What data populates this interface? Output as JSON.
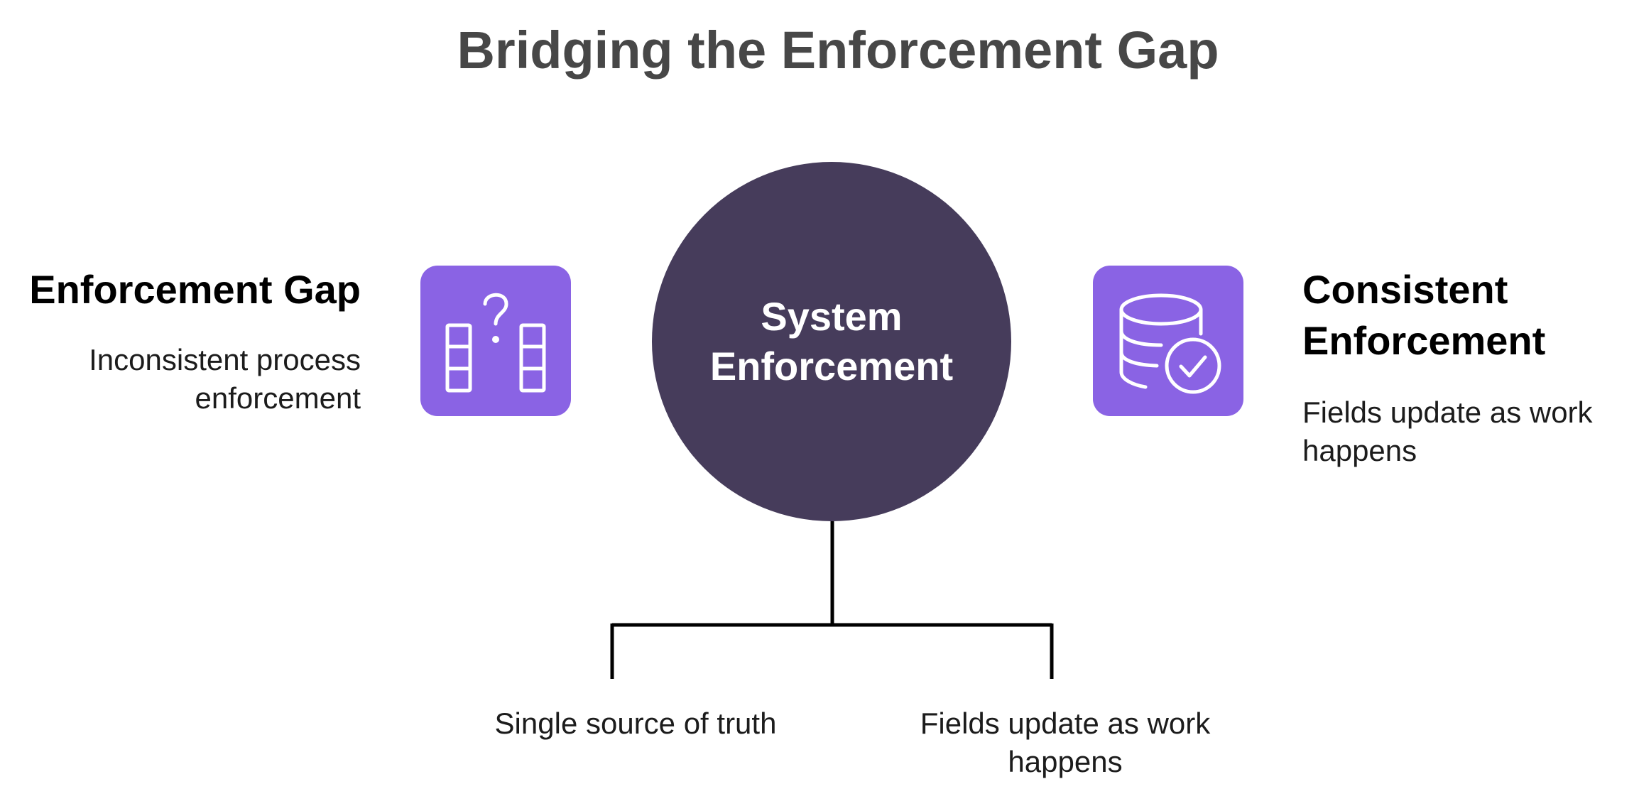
{
  "title": "Bridging the Enforcement Gap",
  "center": {
    "label": "System Enforcement"
  },
  "left": {
    "title": "Enforcement Gap",
    "description": "Inconsistent process enforcement",
    "icon": "columns-question-icon"
  },
  "right": {
    "title": "Consistent Enforcement",
    "description": "Fields update as work happens",
    "icon": "database-check-icon"
  },
  "branches": [
    {
      "label": "Single source of truth"
    },
    {
      "label": "Fields update as work happens"
    }
  ],
  "colors": {
    "title": "#474747",
    "circle": "#463c5b",
    "icon_box": "#8a63e4",
    "icon_stroke": "#ffffff",
    "connector": "#000000"
  }
}
